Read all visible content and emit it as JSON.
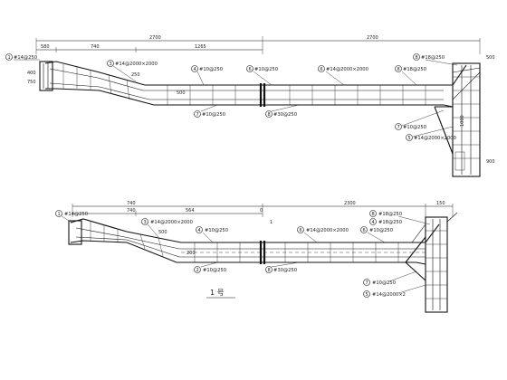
{
  "top_view": {
    "dims_top": [
      "2700",
      "2700"
    ],
    "dims_second": [
      "580",
      "740",
      "1265"
    ],
    "side_dims": [
      "400",
      "750"
    ],
    "right_dims": [
      "500",
      "900"
    ],
    "labels": [
      {
        "num": "1",
        "text": "#14@250"
      },
      {
        "num": "3",
        "text": "#14@2000×2000"
      },
      {
        "num": "4",
        "text": "#10@250"
      },
      {
        "num": "6",
        "text": "#14@2000×2000"
      },
      {
        "num": "6",
        "text": "#10@250"
      },
      {
        "num": "8",
        "text": "#18@250"
      },
      {
        "num": "7",
        "text": "#10@250"
      },
      {
        "num": "8",
        "text": "#30@250"
      },
      {
        "num": "7",
        "text": "#10@250"
      },
      {
        "num": "5",
        "text": "#14@2000×2000"
      }
    ],
    "inner_marks": [
      "250",
      "500",
      "1000"
    ]
  },
  "bottom_view": {
    "dims_top": [
      "740",
      "2300",
      "150"
    ],
    "dims_second": [
      "740",
      "564",
      "0",
      "1"
    ],
    "labels": [
      {
        "num": "1",
        "text": "#14@250"
      },
      {
        "num": "3",
        "text": "#14@2000×2000"
      },
      {
        "num": "4",
        "text": "#10@250"
      },
      {
        "num": "6",
        "text": "#14@2000×2000"
      },
      {
        "num": "6",
        "text": "#10@250"
      },
      {
        "num": "8",
        "text": "#18@250"
      },
      {
        "num": "4",
        "text": "#18@250"
      },
      {
        "num": "2",
        "text": "#10@250"
      },
      {
        "num": "8",
        "text": "#30@250"
      },
      {
        "num": "7",
        "text": "#10@250"
      },
      {
        "num": "5",
        "text": "#14@2000×2"
      }
    ],
    "inner_marks": [
      "500",
      "200"
    ],
    "title": "1  号"
  }
}
